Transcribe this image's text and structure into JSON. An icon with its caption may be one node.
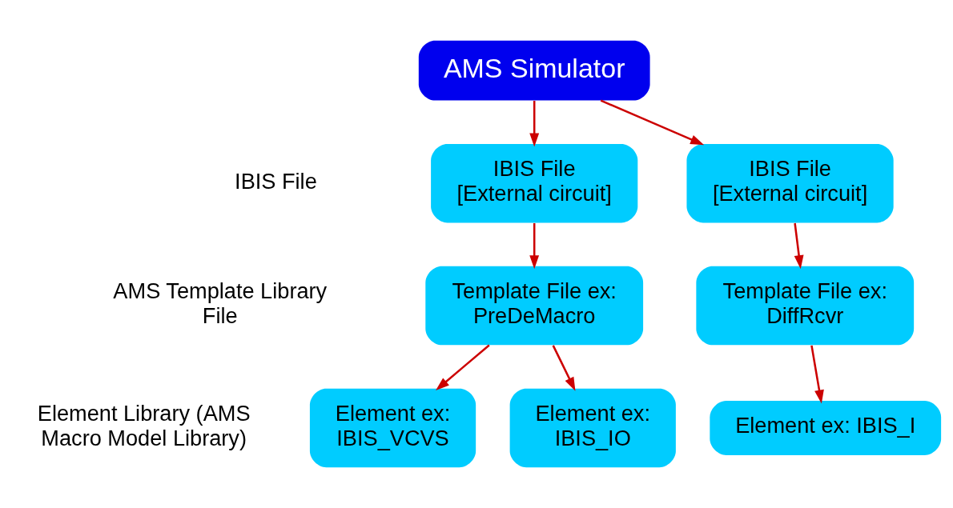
{
  "diagram": {
    "nodes": [
      {
        "text": [
          "AMS Simulator"
        ]
      },
      {
        "text": [
          "IBIS File [External circuit]"
        ]
      },
      {
        "text": [
          "IBIS File [External circuit]"
        ]
      },
      {
        "text": [
          "Template File ex: PreDeMacro"
        ]
      },
      {
        "text": [
          "Template File ex: DiffRcvr"
        ]
      },
      {
        "text": [
          "Element ex: IBIS_VCVS"
        ]
      },
      {
        "text": [
          "Element ex: IBIS_IO"
        ]
      },
      {
        "text": [
          "Element ex: IBIS_I"
        ]
      }
    ],
    "edges": [
      {
        "from": 0,
        "to": 1,
        "arrow": "to"
      },
      {
        "from": 0,
        "to": 2,
        "arrow": "to"
      },
      {
        "from": 1,
        "to": 3,
        "arrow": "to"
      },
      {
        "from": 2,
        "to": 4,
        "arrow": "to"
      },
      {
        "from": 3,
        "to": 5,
        "arrow": "to"
      },
      {
        "from": 3,
        "to": 6,
        "arrow": "to"
      },
      {
        "from": 4,
        "to": 7,
        "arrow": "to"
      }
    ],
    "labels": [
      "IBIS File",
      "AMS Template Library File",
      "Element Library (AMS Macro Model Library)"
    ]
  }
}
